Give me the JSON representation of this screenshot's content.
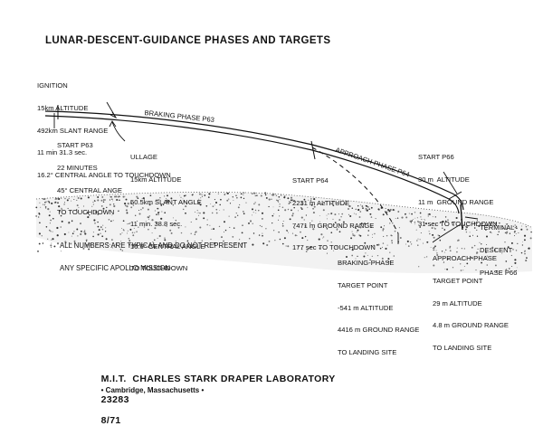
{
  "title": "LUNAR-DESCENT-GUIDANCE PHASES AND TARGETS",
  "ignition": {
    "lines": [
      "IGNITION",
      "15km ALTITUDE",
      "492km SLANT RANGE",
      "11 min 31.3 sec.",
      "16.2° CENTRAL ANGLE TO TOUCHDOWN"
    ]
  },
  "start_p63": {
    "lines": [
      "START P63",
      "22 MINUTES",
      "45° CENTRAL ANGE",
      "TO TOUCHDOWN"
    ]
  },
  "ullage": {
    "lines": [
      "ULLAGE",
      "15km ALTITUDE",
      "50.5km SLANT ANGLE",
      "11 min. 38.8 sec.",
      "16.6° CENTRAL ANGLE",
      "TO TOUCHDOWN"
    ]
  },
  "braking_phase_label": "BRAKING PHASE P63",
  "approach_phase_label": "APPROACH PHASE P64",
  "start_p64": {
    "lines": [
      "START P64",
      "2231 m ALTITUDE",
      "7471 m GROUND RANGE",
      "177 sec TO TOUCHDOWN"
    ]
  },
  "start_p66": {
    "lines": [
      "START P66",
      "30 m  ALTITUDE",
      "11 m  GROUND RANGE",
      "31 sec TO TOUCHDOWN"
    ]
  },
  "terminal_descent": {
    "lines": [
      "TERMINAL-",
      "DESCENT",
      "PHASE P66"
    ]
  },
  "braking_target": {
    "lines": [
      "BRAKING-PHASE",
      "TARGET POINT",
      "-541 m ALTITUDE",
      "4416 m GROUND RANGE",
      "TO LANDING SITE"
    ]
  },
  "approach_target": {
    "lines": [
      "APPROACH-PHASE",
      "TARGET POINT",
      "29 m ALTITUDE",
      "4.8 m GROUND RANGE",
      "TO LANDING SITE"
    ]
  },
  "note": {
    "lines": [
      "ALL NUMBERS ARE TYPICAL AND DO NOT REPRESENT",
      "ANY SPECIFIC APOLLO MISSION"
    ]
  },
  "footer": {
    "lab": "M.I.T.  CHARLES STARK DRAPER LABORATORY",
    "location": "• Cambridge, Massachusetts •",
    "number": "23283",
    "date": "8/71"
  }
}
